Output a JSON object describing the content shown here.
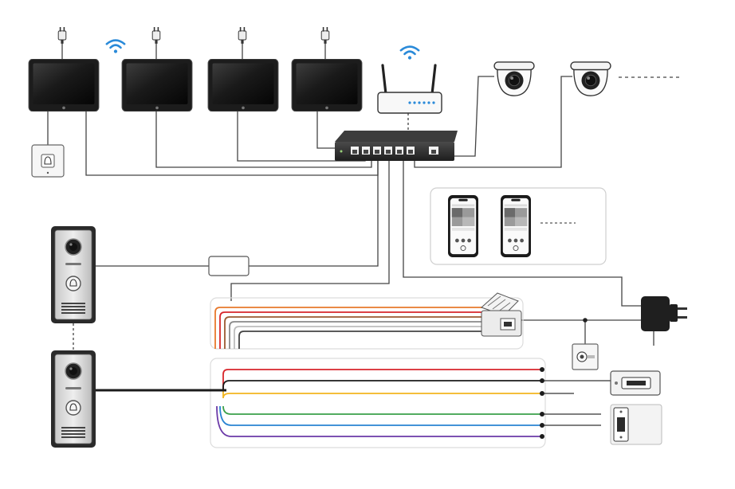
{
  "diagram": {
    "kind": "network intercom wiring diagram",
    "components": {
      "monitors": [
        {
          "id": "monitor-1",
          "icon": "indoor-monitor-icon"
        },
        {
          "id": "monitor-2",
          "icon": "indoor-monitor-icon"
        },
        {
          "id": "monitor-3",
          "icon": "indoor-monitor-icon"
        },
        {
          "id": "monitor-4",
          "icon": "indoor-monitor-icon"
        }
      ],
      "power_adapters": {
        "icon": "power-plug-icon",
        "count": 4
      },
      "wifi_indicators": {
        "icon": "wifi-icon",
        "count": 2
      },
      "router": {
        "icon": "wifi-router-icon"
      },
      "switch": {
        "icon": "poe-switch-icon"
      },
      "cameras": [
        {
          "id": "dome-camera-1",
          "icon": "dome-camera-icon"
        },
        {
          "id": "dome-camera-2",
          "icon": "dome-camera-icon"
        }
      ],
      "doorbell_button": {
        "icon": "doorbell-button-icon"
      },
      "door_stations": [
        {
          "id": "door-station-1",
          "icon": "outdoor-station-icon"
        },
        {
          "id": "door-station-2",
          "icon": "outdoor-station-icon"
        }
      ],
      "network_adapter": {
        "icon": "network-adapter-icon"
      },
      "smartphones": [
        {
          "id": "smartphone-1",
          "icon": "smartphone-app-icon"
        },
        {
          "id": "smartphone-2",
          "icon": "smartphone-app-icon"
        }
      ],
      "rj45_module": {
        "icon": "rj45-keystone-icon"
      },
      "power_supply": {
        "icon": "power-supply-icon"
      },
      "exit_button": {
        "icon": "exit-button-icon"
      },
      "electric_bolt_lock": {
        "icon": "electric-bolt-lock-icon"
      },
      "electric_strike_lock": {
        "icon": "electric-strike-icon"
      }
    },
    "wire_colors": {
      "orange": "#e8792c",
      "red": "#d8262b",
      "brown": "#9a5a32",
      "gray": "#8a8a8a",
      "black": "#1b1b1b",
      "yellow": "#f2b51e",
      "green": "#3aa04a",
      "blue": "#2a84d2",
      "purple": "#6b3aa8",
      "wifi": "#2a8ad9",
      "line": "#444444"
    }
  }
}
